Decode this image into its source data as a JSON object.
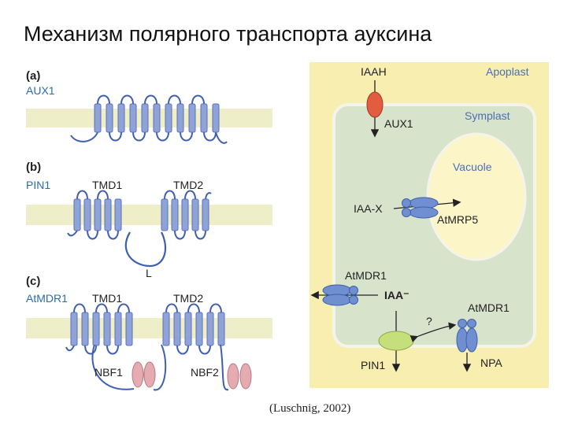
{
  "title": "Механизм полярного транспорта ауксина",
  "citation": "(Luschnig, 2002)",
  "left_panels": {
    "a": {
      "tag": "(a)",
      "protein": "AUX1"
    },
    "b": {
      "tag": "(b)",
      "protein": "PIN1",
      "tmd1": "TMD1",
      "tmd2": "TMD2",
      "loop": "L"
    },
    "c": {
      "tag": "(c)",
      "protein": "AtMDR1",
      "tmd1": "TMD1",
      "tmd2": "TMD2",
      "nbf1": "NBF1",
      "nbf2": "NBF2"
    }
  },
  "cell": {
    "apoplast": "Apoplast",
    "symplast": "Symplast",
    "vacuole": "Vacuole",
    "iaah": "IAAH",
    "aux1": "AUX1",
    "iaax": "IAA-X",
    "atmrp5": "AtMRP5",
    "atmdr1_top": "AtMDR1",
    "iaa_minus": "IAA⁻",
    "question": "?",
    "atmdr1_right": "AtMDR1",
    "pin1": "PIN1",
    "npa": "NPA"
  },
  "colors": {
    "membrane": "#eeeec8",
    "helix": "#8fa3d9",
    "helix_stroke": "#5b73b8",
    "loop": "#3f5fae",
    "nbf": "#e6aab1",
    "apoplast_bg": "#f7eeb0",
    "symplast_bg": "#d8e3cc",
    "vacuole_bg": "#fbf5c8",
    "aux1_carrier": "#e25c3f",
    "pin1_carrier": "#c5e07a",
    "protein_label": "#2b6cb0"
  }
}
